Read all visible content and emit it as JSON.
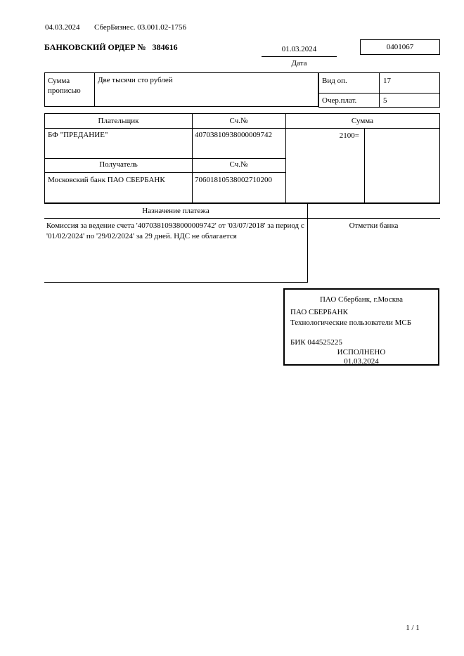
{
  "header": {
    "print_date": "04.03.2024",
    "system_label": "СберБизнес. 03.001.02-1756",
    "title_label": "БАНКОВСКИЙ ОРДЕР №",
    "order_number": "384616",
    "date_value": "01.03.2024",
    "date_label": "Дата",
    "form_code": "0401067"
  },
  "amount_section": {
    "label_line1": "Сумма",
    "label_line2": "прописью",
    "amount_in_words": "Две тысячи сто рублей",
    "operation_type_label": "Вид оп.",
    "operation_type_value": "17",
    "priority_label": "Очер.плат.",
    "priority_value": "5"
  },
  "payer_section": {
    "payer_label": "Плательщик",
    "payer_account_label": "Сч.№",
    "sum_label": "Сумма",
    "payer_name": "БФ \"ПРЕДАНИЕ\"",
    "payer_account": "40703810938000009742",
    "sum_value": "2100=",
    "payee_label": "Получатель",
    "payee_account_label": "Сч.№",
    "payee_name": "Московский банк ПАО СБЕРБАНК",
    "payee_account": "70601810538002710200"
  },
  "purpose_section": {
    "purpose_label": "Назначение платежа",
    "purpose_text": "Комиссия за ведение счета '40703810938000009742' от '03/07/2018' за период с '01/02/2024' по '29/02/2024' за 29 дней. НДС не облагается",
    "bank_marks_label": "Отметки банка"
  },
  "stamp": {
    "bank_title": "ПАО Сбербанк, г.Москва",
    "bank_name": "ПАО СБЕРБАНК",
    "department": "Технологические пользователи МСБ",
    "bik": "БИК 044525225",
    "status": "ИСПОЛНЕНО",
    "status_date": "01.03.2024"
  },
  "footer": {
    "page_indicator": "1 / 1"
  }
}
